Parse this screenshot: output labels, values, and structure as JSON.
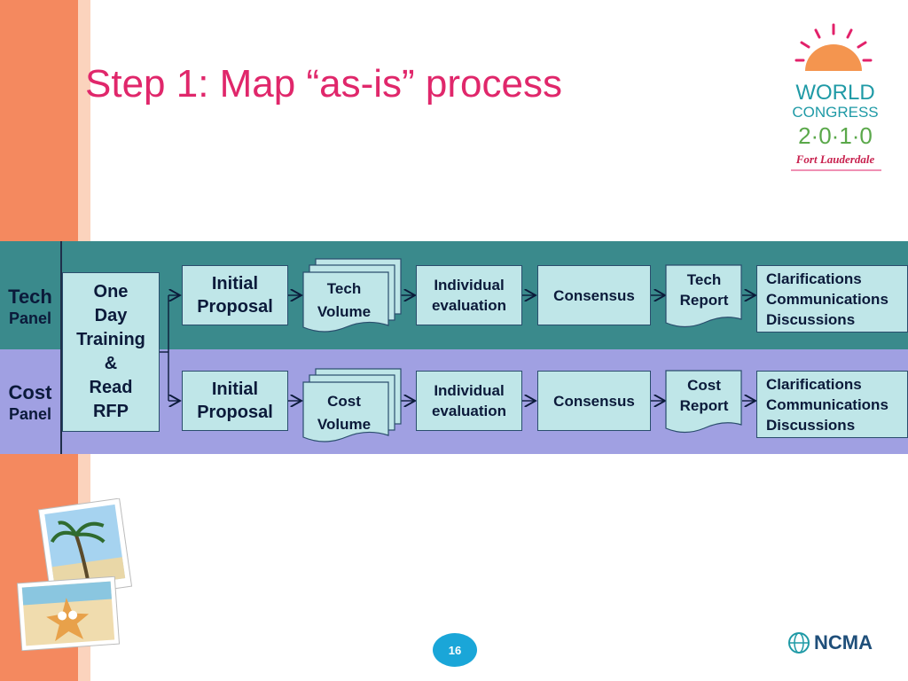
{
  "slide": {
    "title": "Step 1: Map “as-is” process",
    "page_number": "16"
  },
  "logo": {
    "line1": "WORLD",
    "line2": "CONGRESS",
    "line3": "2·0·1·0",
    "line4": "Fort Lauderdale",
    "colors": {
      "sun": "#f4954f",
      "rays": "#e2216a",
      "text": "#1f9aa6",
      "year": "#5aa84a",
      "script": "#c8214e"
    }
  },
  "ncma": {
    "text": "NCMA"
  },
  "panels": {
    "tech": {
      "name": "Tech",
      "sub": "Panel"
    },
    "cost": {
      "name": "Cost",
      "sub": "Panel"
    }
  },
  "training": {
    "line1": "One",
    "line2": "Day",
    "line3": "Training",
    "line4": "&",
    "line5": "Read",
    "line6": "RFP"
  },
  "tech_row": {
    "proposal": {
      "line1": "Initial",
      "line2": "Proposal"
    },
    "volume": {
      "line1": "Tech",
      "line2": "Volume"
    },
    "evaluation": {
      "line1": "Individual",
      "line2": "evaluation"
    },
    "consensus": "Consensus",
    "report": {
      "line1": "Tech",
      "line2": "Report"
    },
    "outcome": {
      "line1": "Clarifications",
      "line2": "Communications",
      "line3": "Discussions"
    }
  },
  "cost_row": {
    "proposal": {
      "line1": "Initial",
      "line2": "Proposal"
    },
    "volume": {
      "line1": "Cost",
      "line2": "Volume"
    },
    "evaluation": {
      "line1": "Individual",
      "line2": "evaluation"
    },
    "consensus": "Consensus",
    "report": {
      "line1": "Cost",
      "line2": "Report"
    },
    "outcome": {
      "line1": "Clarifications",
      "line2": "Communications",
      "line3": "Discussions"
    }
  },
  "colors": {
    "title": "#e0276b",
    "tech_band": "#3a8a8c",
    "cost_band": "#a0a0e2",
    "box_fill": "#bfe6e8",
    "accent_strip": "#f4895f",
    "page_badge": "#1aa6d8"
  }
}
